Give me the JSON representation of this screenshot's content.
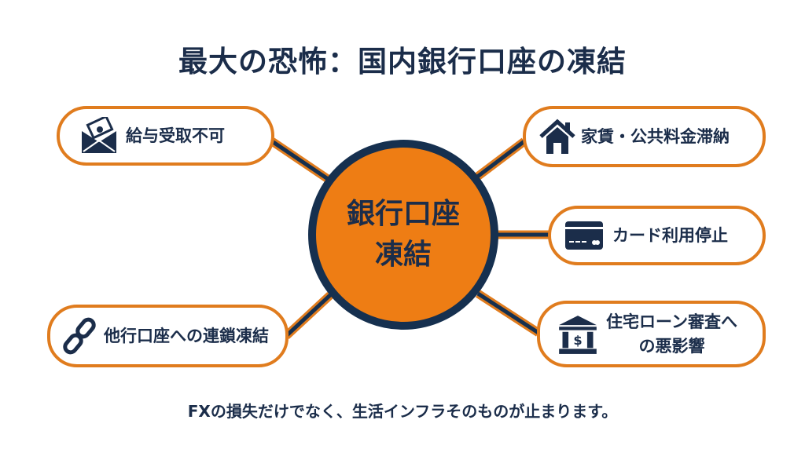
{
  "title": "最大の恐怖：国内銀行口座の凍結",
  "hub": {
    "line1": "銀行口座",
    "line2": "凍結"
  },
  "items": [
    {
      "label": "給与受取不可",
      "icon": "envelope-money-icon"
    },
    {
      "label": "他行口座への連鎖凍結",
      "icon": "chain-link-icon"
    },
    {
      "label": "家賃・公共料金滞納",
      "icon": "house-icon"
    },
    {
      "label": "カード利用停止",
      "icon": "credit-card-icon"
    },
    {
      "label_line1": "住宅ローン審査へ",
      "label_line2": "の悪影響",
      "icon": "bank-icon"
    }
  ],
  "footer": "FXの損失だけでなく、生活インフラそのものが止まります。",
  "colors": {
    "navy": "#16304f",
    "orange": "#ee7d14",
    "border": "#e07c1e"
  }
}
